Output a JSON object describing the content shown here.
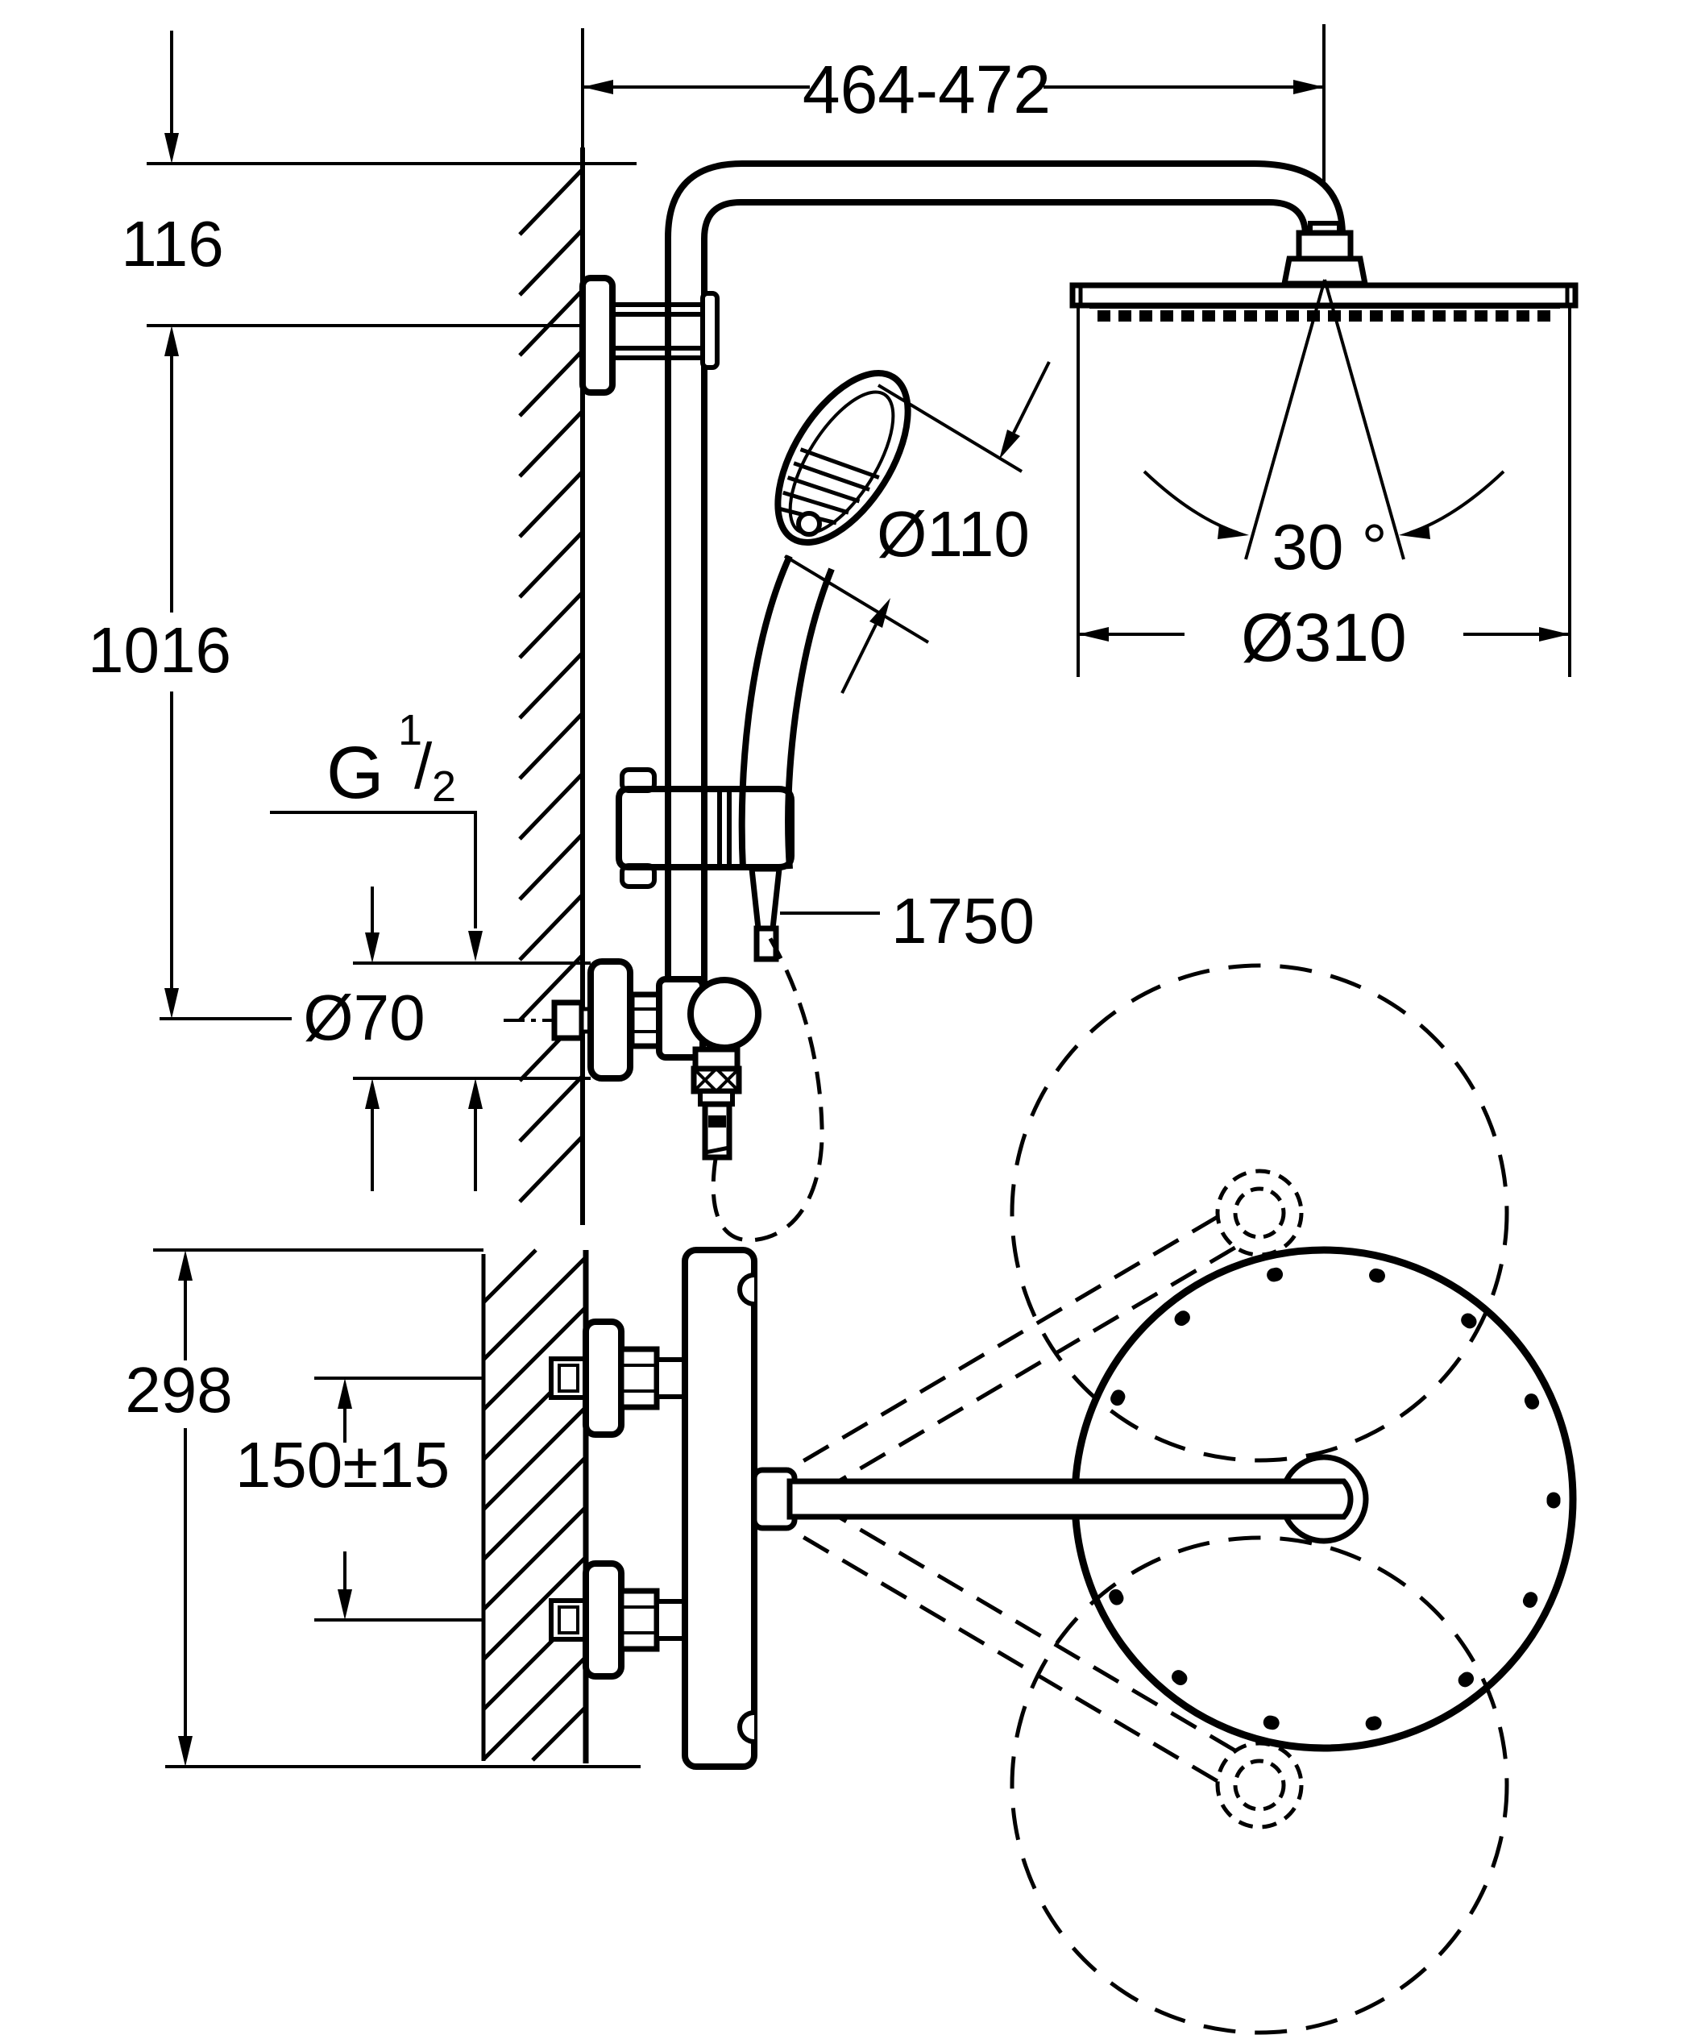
{
  "drawing": {
    "type": "technical-dimension-drawing",
    "subject": "wall-mounted shower system with head shower, hand shower and thermostat (side elevation and plan view)",
    "colors": {
      "ink": "#000000",
      "paper": "#ffffff"
    },
    "labels": {
      "top_width": "464-472",
      "wall_offset": "116",
      "rail_height": "1016",
      "thread_g": "G",
      "thread_num": "1",
      "thread_slash": "/",
      "thread_den": "2",
      "escutcheon_dia": "Ø70",
      "handshower_dia": "Ø110",
      "swivel_angle": "30 °",
      "head_dia": "Ø310",
      "hose_length": "1750",
      "depth": "298",
      "supply_spacing": "150±15"
    }
  }
}
